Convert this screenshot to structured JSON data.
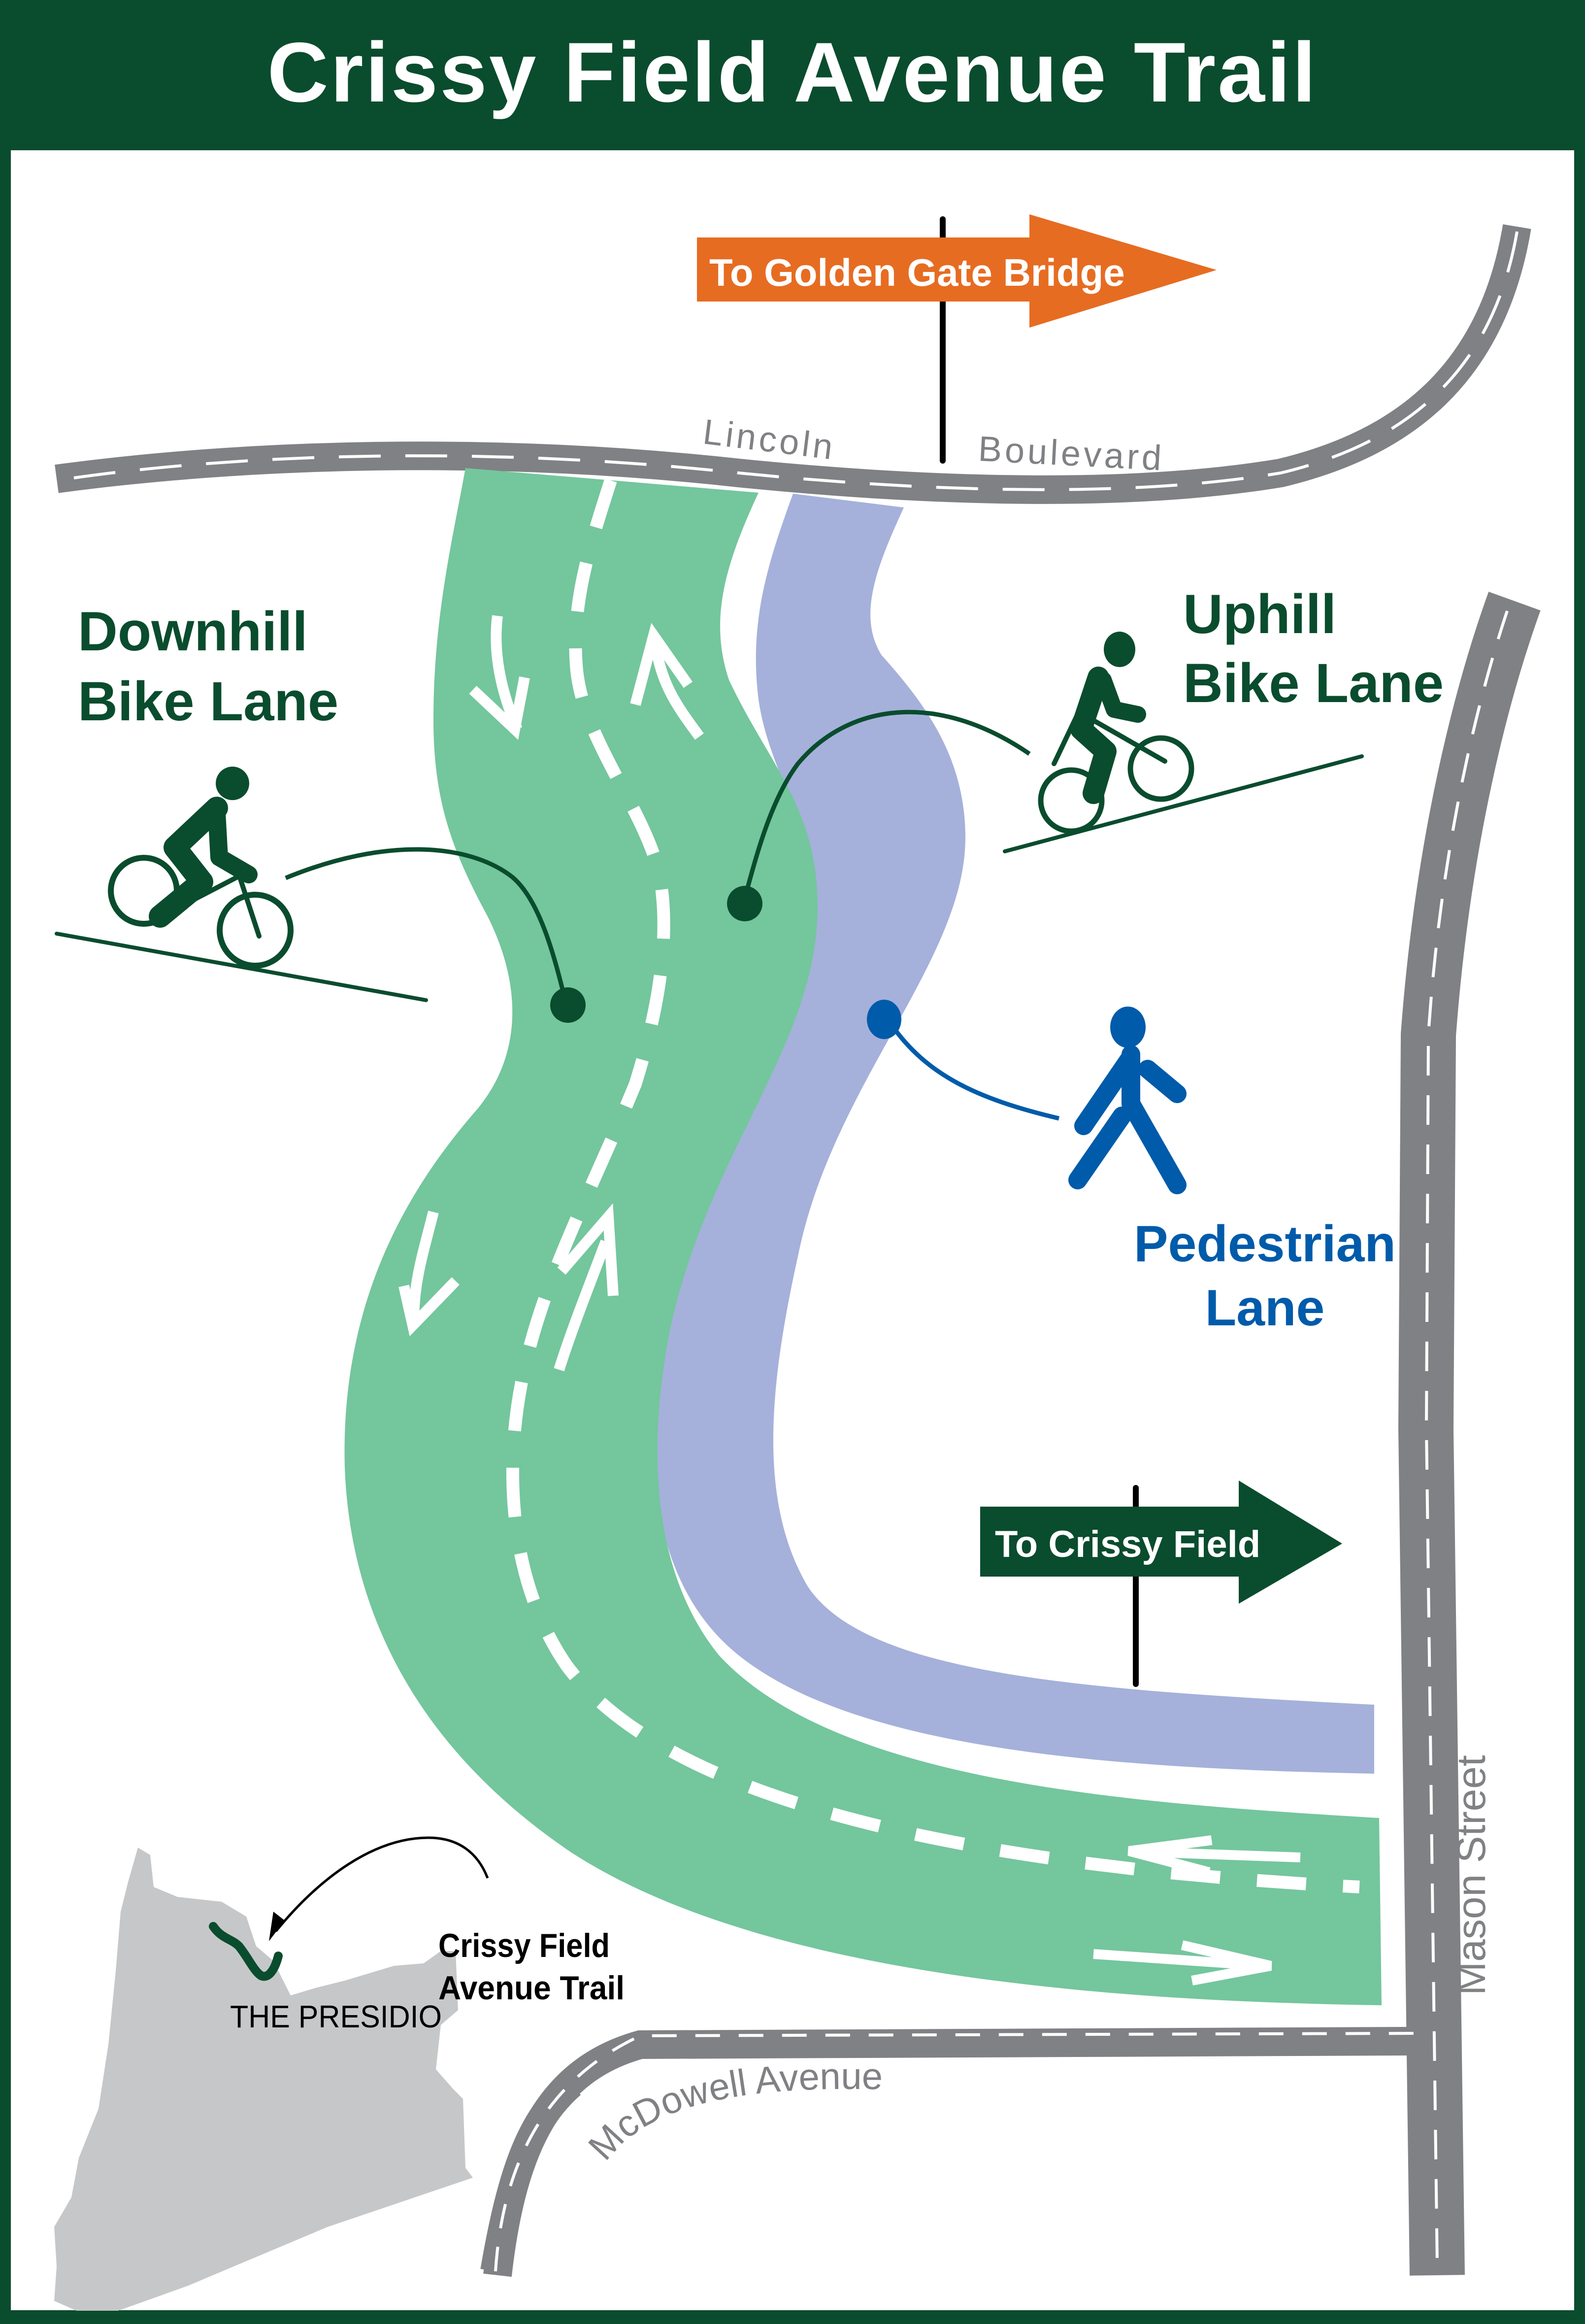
{
  "title": "Crissy Field Avenue Trail",
  "colors": {
    "brand_green": "#0a4c2e",
    "bike_lane": "#74c69d",
    "pedestrian_lane": "#a5b1da",
    "pedestrian_blue": "#005baa",
    "road_gray": "#808184",
    "golden_gate_sign": "#e66c22",
    "presidio_gray": "#c6c7c9"
  },
  "signs": {
    "golden_gate": "To Golden Gate Bridge",
    "crissy_field": "To Crissy Field"
  },
  "streets": {
    "lincoln_1": "Lincoln",
    "lincoln_2": "Boulevard",
    "mason": "Mason Street",
    "mcdowell": "McDowell Avenue"
  },
  "lanes": {
    "downhill": {
      "line1": "Downhill",
      "line2": "Bike Lane",
      "icon": "downhill-cyclist-icon"
    },
    "uphill": {
      "line1": "Uphill",
      "line2": "Bike Lane",
      "icon": "uphill-cyclist-icon"
    },
    "pedestrian": {
      "line1": "Pedestrian",
      "line2": "Lane",
      "icon": "walking-person-icon"
    }
  },
  "inset_map": {
    "area_label": "THE PRESIDIO",
    "callout_line1": "Crissy Field",
    "callout_line2": "Avenue Trail"
  }
}
